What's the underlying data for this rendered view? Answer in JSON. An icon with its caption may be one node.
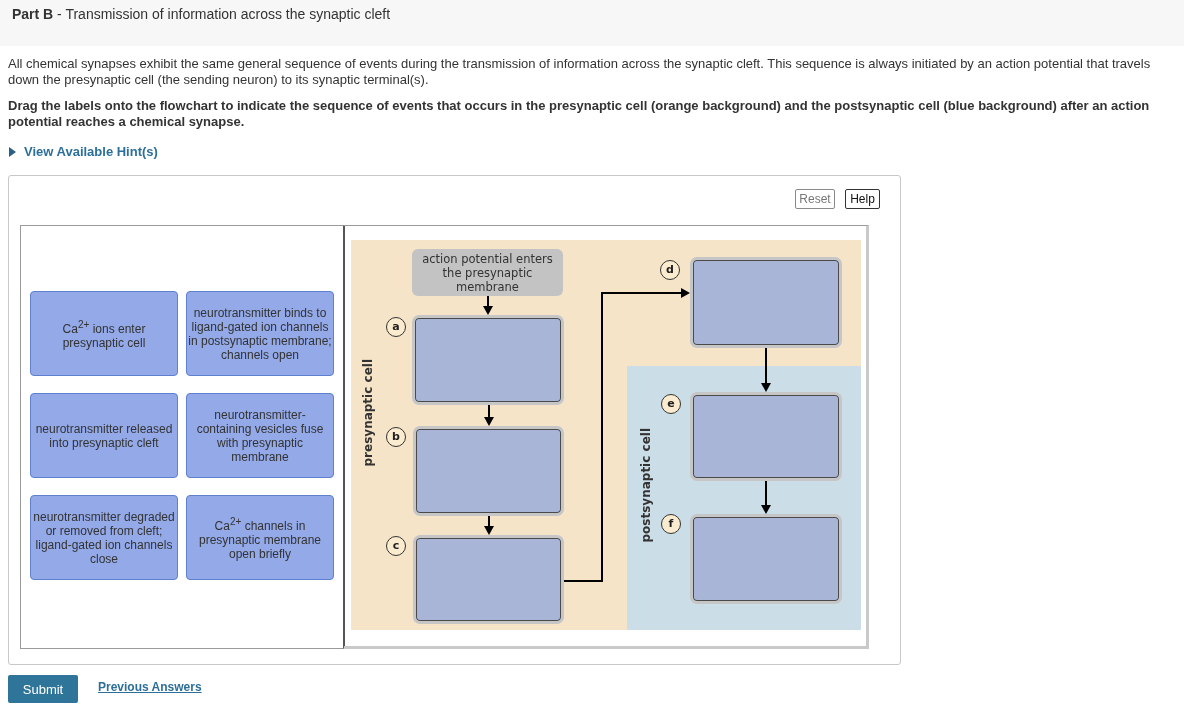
{
  "diagram": {
    "title": "**Part B** - Transmission of information across the synaptic cleft",
    "nodes": [
      {
        "text": [
          "Ca$^{2+}$ ions enter presynaptic cell"
        ]
      },
      {
        "text": [
          "neurotransmitter binds to ligand-gated ion channels in postsynaptic membrane; channels open"
        ]
      },
      {
        "text": [
          "neurotransmitter released into presynaptic cleft"
        ]
      },
      {
        "text": [
          "neurotransmitter-containing vesicles fuse with presynaptic membrane"
        ]
      },
      {
        "text": [
          "neurotransmitter degraded or removed from cleft; ligand-gated ion channels close"
        ]
      },
      {
        "text": [
          "Ca$^{2+}$ channels in presynaptic membrane open briefly"
        ]
      },
      {
        "text": [
          "presynaptic cell"
        ]
      },
      {
        "text": [
          "action potential enters the presynaptic membrane"
        ],
        "in": 6
      },
      {
        "text": [],
        "shape": "box",
        "in": 6,
        "beside": [
          "a"
        ]
      },
      {
        "text": [],
        "shape": "box",
        "in": 6,
        "beside": [
          "b"
        ]
      },
      {
        "text": [],
        "shape": "box",
        "in": 6,
        "beside": [
          "c"
        ]
      },
      {
        "text": [],
        "shape": "box",
        "in": 6,
        "beside": [
          "d"
        ]
      },
      {
        "text": [
          "postsynaptic cell"
        ],
        "in": 6
      },
      {
        "text": [],
        "shape": "box",
        "in": 12,
        "beside": [
          "e"
        ]
      },
      {
        "text": [],
        "shape": "box",
        "in": 12,
        "beside": [
          "f"
        ]
      }
    ],
    "edges": [
      {
        "from": 7,
        "to": 8,
        "arrow": "to"
      },
      {
        "from": 8,
        "to": 9,
        "arrow": "to"
      },
      {
        "from": 9,
        "to": 10,
        "arrow": "to"
      },
      {
        "from": 10,
        "to": 11,
        "arrow": "to"
      },
      {
        "from": 11,
        "to": 13,
        "arrow": "to"
      },
      {
        "from": 13,
        "to": 14,
        "arrow": "to"
      }
    ],
    "labels": [
      "All chemical synapses exhibit the same general sequence of events during the transmission of information across the synaptic cleft. This sequence is always initiated by an action potential that travels down the presynaptic cell (the sending neuron) to its synaptic terminal(s).",
      "Drag the labels onto the flowchart to indicate the sequence of events that occurs in the presynaptic cell (orange background) and the postsynaptic cell (blue background) after an action potential reaches a chemical synapse.",
      "View Available Hint(s)",
      "Reset",
      "Help",
      "Submit",
      "Previous Answers"
    ]
  }
}
